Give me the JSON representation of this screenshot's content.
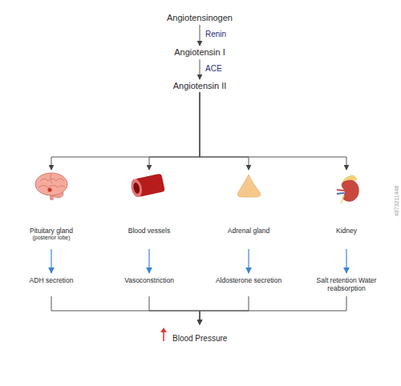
{
  "diagram": {
    "nodes": [
      {
        "text": [
          "Angiotensinogen"
        ]
      },
      {
        "text": [
          "Angiotensin I"
        ]
      },
      {
        "text": [
          "Angiotensin II"
        ]
      },
      {
        "text": [
          "Pituitary gland",
          "(posterior lobe)"
        ]
      },
      {
        "text": [
          "Blood vessels"
        ]
      },
      {
        "text": [
          "Adrenal gland"
        ]
      },
      {
        "text": [
          "Kidney"
        ]
      },
      {
        "text": [
          "ADH secretion"
        ]
      },
      {
        "text": [
          "Vasoconstriction"
        ]
      },
      {
        "text": [
          "Aldosterone secretion"
        ]
      },
      {
        "text": [
          "Salt retention Water reabsorption"
        ]
      },
      {
        "text": [
          "Blood Pressure"
        ]
      }
    ],
    "edges": [
      {
        "from": 0,
        "to": 1,
        "arrow": "to",
        "label": "Renin"
      },
      {
        "from": 1,
        "to": 2,
        "arrow": "to",
        "label": "ACE"
      },
      {
        "from": 2,
        "to": 3,
        "arrow": "to"
      },
      {
        "from": 2,
        "to": 4,
        "arrow": "to"
      },
      {
        "from": 2,
        "to": 5,
        "arrow": "to"
      },
      {
        "from": 2,
        "to": 6,
        "arrow": "to"
      },
      {
        "from": 3,
        "to": 7,
        "arrow": "to"
      },
      {
        "from": 4,
        "to": 8,
        "arrow": "to"
      },
      {
        "from": 5,
        "to": 9,
        "arrow": "to"
      },
      {
        "from": 6,
        "to": 10,
        "arrow": "to"
      },
      {
        "from": 7,
        "to": 11,
        "arrow": "to"
      },
      {
        "from": 8,
        "to": 11,
        "arrow": "to"
      },
      {
        "from": 9,
        "to": 11,
        "arrow": "to"
      },
      {
        "from": 10,
        "to": 11,
        "arrow": "to"
      }
    ],
    "labels": [
      "#873211446"
    ]
  }
}
